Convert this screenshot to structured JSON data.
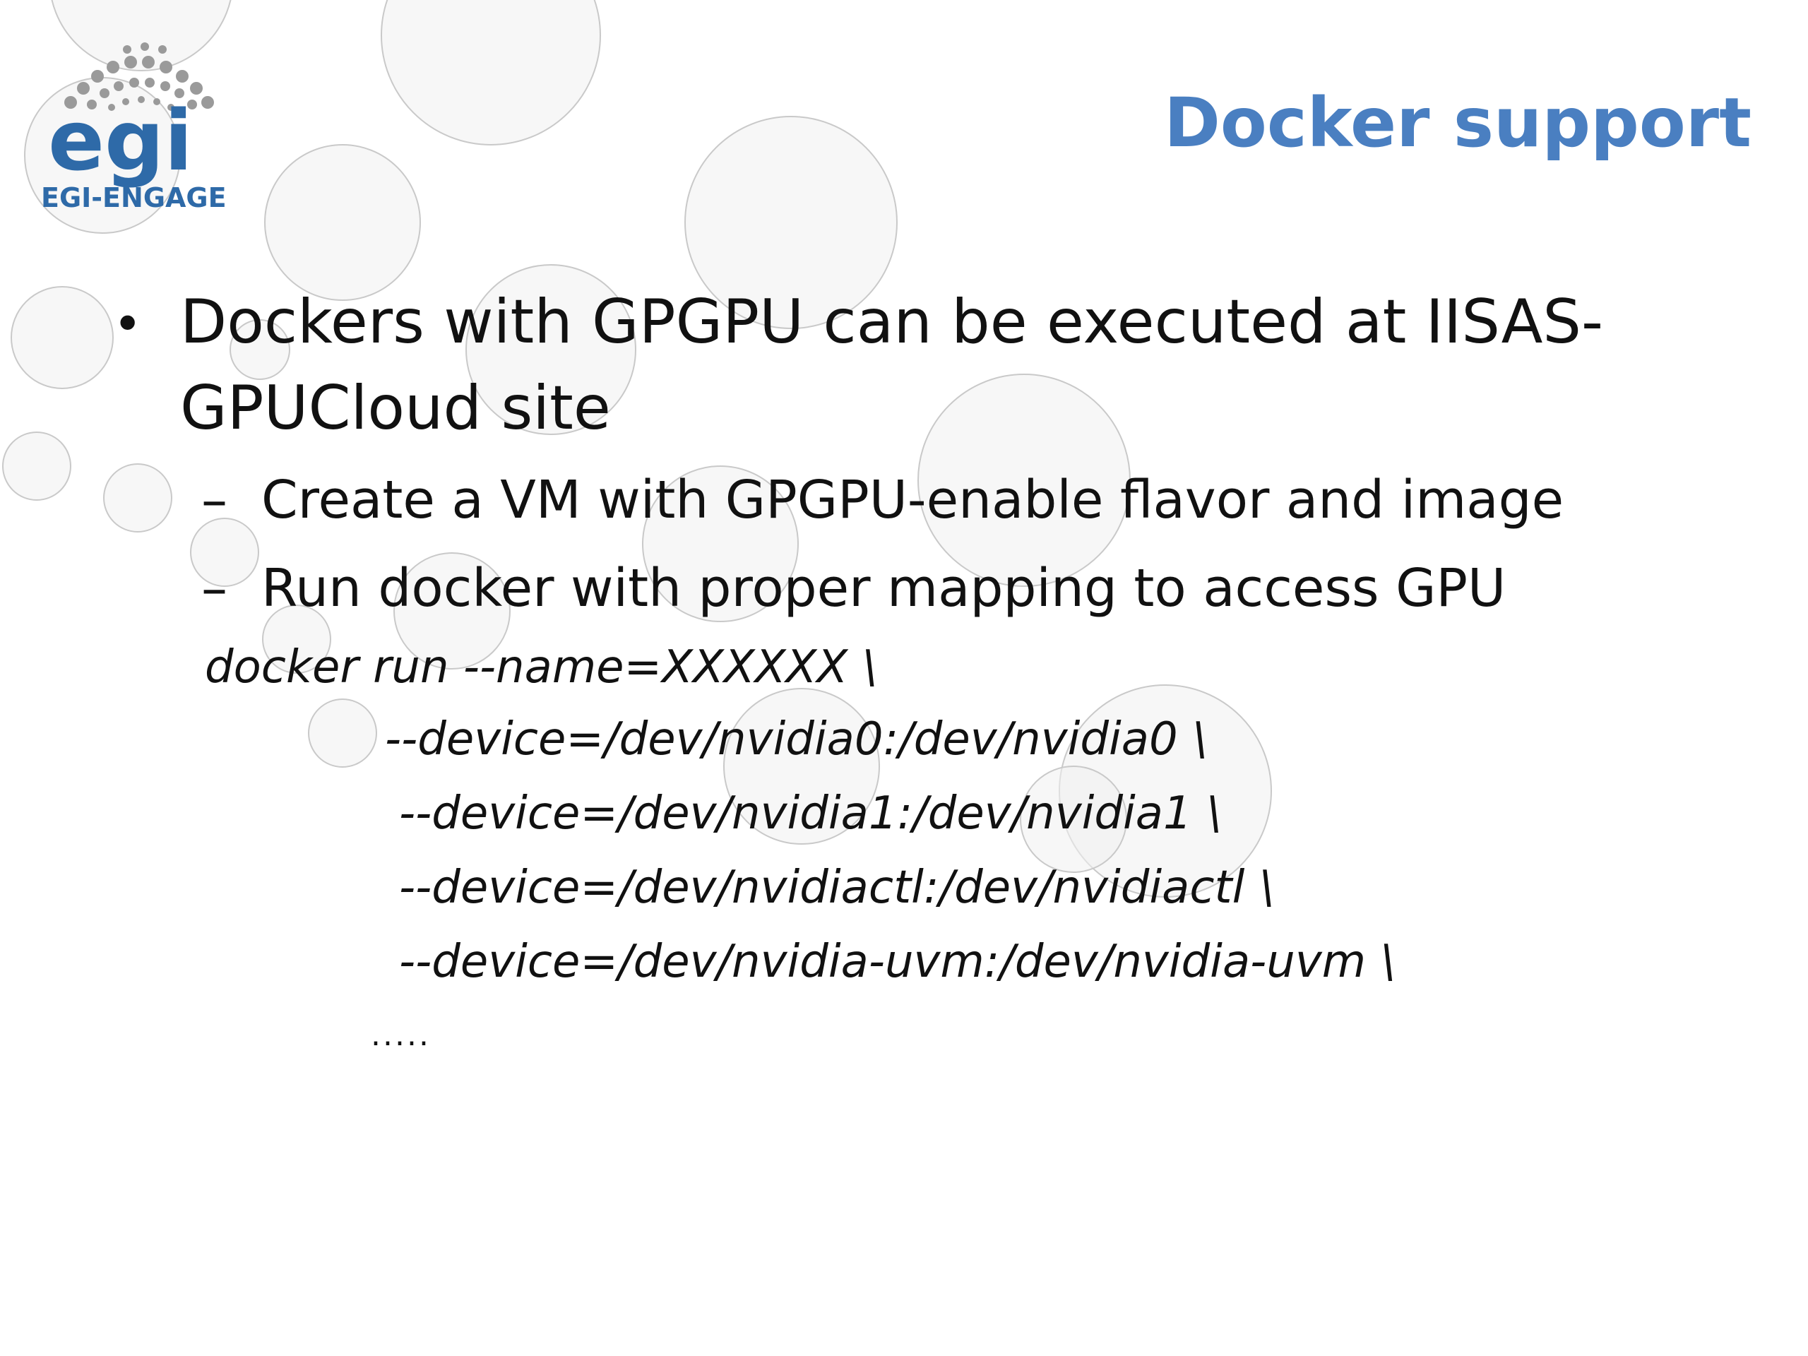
{
  "slide": {
    "title": "Docker support",
    "logo": {
      "wordmark": "egi",
      "caption": "EGI-ENGAGE"
    },
    "bullet": {
      "symbol": "•",
      "text": "Dockers with GPGPU can be executed at IISAS-GPUCloud site"
    },
    "sub_items": [
      {
        "dash": "–",
        "text": "Create a VM with GPGPU-enable flavor and image"
      },
      {
        "dash": "–",
        "text": "Run docker with proper mapping to access GPU"
      }
    ],
    "code_lines": [
      "docker run --name=XXXXXX \\",
      "--device=/dev/nvidia0:/dev/nvidia0 \\",
      "--device=/dev/nvidia1:/dev/nvidia1 \\",
      "--device=/dev/nvidiactl:/dev/nvidiactl \\",
      "--device=/dev/nvidia-uvm:/dev/nvidia-uvm \\"
    ],
    "ellipsis": ".....",
    "colors": {
      "title": "#4a7fc1",
      "logo": "#2e6aa8",
      "bubble_stroke": "#c9c9c9"
    }
  }
}
